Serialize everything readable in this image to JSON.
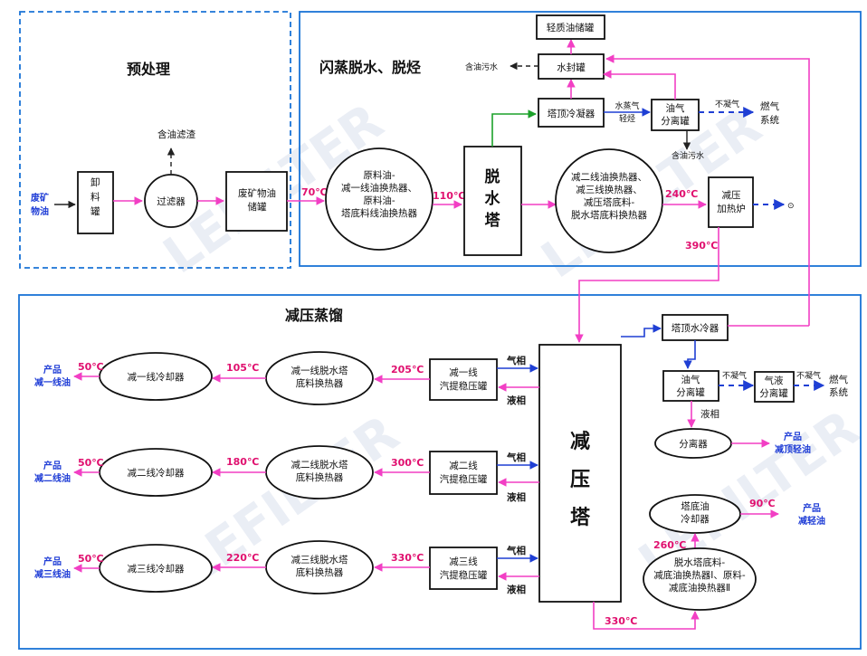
{
  "sections": {
    "pretreatment": "预处理",
    "flash": "闪蒸脱水、脱烃",
    "vacuum": "减压蒸馏"
  },
  "watermark": "LEFILTER",
  "pre": {
    "feed": [
      "废矿",
      "物油"
    ],
    "unload": [
      "卸",
      "料",
      "罐"
    ],
    "filter": "过滤器",
    "filter_residue": "含油滤渣",
    "storage": [
      "废矿物油",
      "储罐"
    ]
  },
  "flash": {
    "hx1": [
      "原料油-",
      "减一线油换热器、",
      "原料油-",
      "塔底料线油换热器"
    ],
    "dewater": [
      "脱",
      "水",
      "塔"
    ],
    "hx2": [
      "减二线油换热器、",
      "减三线换热器、",
      "减压塔底料-",
      "脱水塔底料换热器"
    ],
    "heater": [
      "减压",
      "加热炉"
    ],
    "condenser": "塔顶冷凝器",
    "seal": "水封罐",
    "light_tank": "轻质油储罐",
    "oily_water_1": "含油污水",
    "oily_water_2": "含油污水",
    "gas_sep": [
      "油气",
      "分离罐"
    ],
    "steam": [
      "水蒸气",
      "轻烃"
    ],
    "noncond": "不凝气",
    "fuel": [
      "燃气",
      "系统"
    ],
    "t70": "70℃",
    "t110": "110℃",
    "t240": "240℃",
    "t390": "390℃",
    "flue_mark": "⊙"
  },
  "vac": {
    "tower": [
      "减",
      "压",
      "塔"
    ],
    "top_cooler": "塔顶水冷器",
    "gas_sep": [
      "油气",
      "分离罐"
    ],
    "noncond1": "不凝气",
    "gl_sep": [
      "气液",
      "分离罐"
    ],
    "noncond2": "不凝气",
    "fuel": [
      "燃气",
      "系统"
    ],
    "liquid": "液相",
    "separator": "分离器",
    "prod_top": [
      "产品",
      "减顶轻油"
    ],
    "bottom_cooler": [
      "塔底油",
      "冷却器"
    ],
    "t90": "90℃",
    "prod_light": [
      "产品",
      "减轻油"
    ],
    "t260": "260℃",
    "bottom_hx": [
      "脱水塔底料-",
      "减底油换热器Ⅰ、原料-",
      "减底油换热器Ⅱ"
    ],
    "t330b": "330℃",
    "gas_phase": "气相",
    "liq_phase": "液相",
    "lines": [
      {
        "stripper": [
          "减一线",
          "汽提稳压罐"
        ],
        "hx": [
          "减一线脱水塔",
          "底料换热器"
        ],
        "cooler": "减一线冷却器",
        "t_in": "205℃",
        "t_mid": "105℃",
        "t_out": "50℃",
        "product": [
          "产品",
          "减一线油"
        ]
      },
      {
        "stripper": [
          "减二线",
          "汽提稳压罐"
        ],
        "hx": [
          "减二线脱水塔",
          "底料换热器"
        ],
        "cooler": "减二线冷却器",
        "t_in": "300℃",
        "t_mid": "180℃",
        "t_out": "50℃",
        "product": [
          "产品",
          "减二线油"
        ]
      },
      {
        "stripper": [
          "减三线",
          "汽提稳压罐"
        ],
        "hx": [
          "减三线脱水塔",
          "底料换热器"
        ],
        "cooler": "减三线冷却器",
        "t_in": "330℃",
        "t_mid": "220℃",
        "t_out": "50℃",
        "product": [
          "产品",
          "减三线油"
        ]
      }
    ]
  },
  "colors": {
    "feed_line": "#f23fc4",
    "vapor_line": "#1f3fd4",
    "condensate_line": "#1ca12a",
    "temperature": "#e0106f",
    "product_text": "#1e3cd6",
    "section_border": "#1a73d6"
  }
}
